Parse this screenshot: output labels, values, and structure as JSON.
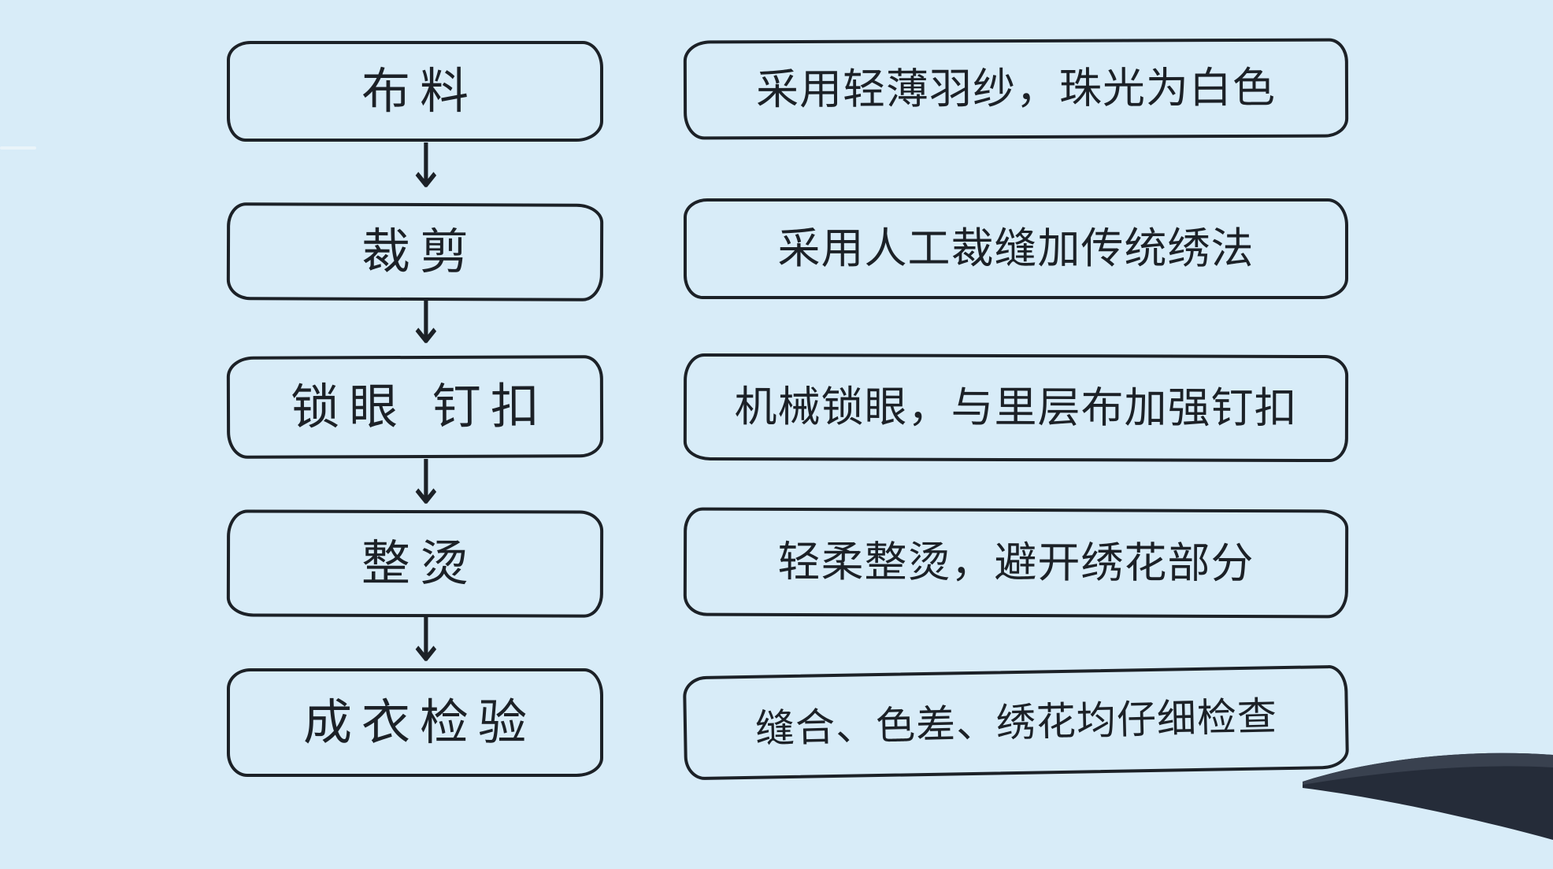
{
  "canvas": {
    "background_color": "#d8ecf8",
    "ink_color": "#1c2127"
  },
  "icons": {
    "down_arrow": "↓"
  },
  "flowchart": {
    "steps": [
      {
        "label": "布料",
        "description": "采用轻薄羽纱，珠光为白色"
      },
      {
        "label": "裁剪",
        "description": "采用人工裁缝加传统绣法"
      },
      {
        "label": "锁眼 钉扣",
        "description": "机械锁眼，与里层布加强钉扣"
      },
      {
        "label": "整烫",
        "description": "轻柔整烫，避开绣花部分"
      },
      {
        "label": "成衣检验",
        "description": "缝合、色差、绣花均仔细检查"
      }
    ]
  },
  "pen": {
    "body_color": "#252c39",
    "highlight_color": "#39414f"
  }
}
